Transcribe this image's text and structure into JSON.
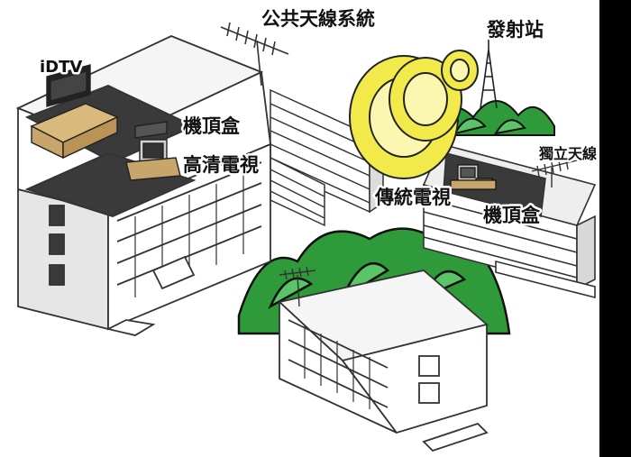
{
  "labels": {
    "idtv": "iDTV",
    "communal_antenna": "公共天線系統",
    "transmitter": "發射站",
    "set_top_box_left": "機頂盒",
    "hdtv": "高清電視",
    "individual_antenna": "獨立天線",
    "conventional_tv": "傳統電視",
    "set_top_box_right": "機頂盒"
  },
  "colors": {
    "right_bar": "#000000",
    "hill_green": "#2f9a3a",
    "hill_light": "#5cc468",
    "signal_ring": "#f2ea4a",
    "signal_ring_inner": "#fbf7b0",
    "dark_floor": "#3a3a3a",
    "furniture": "#c8a56a"
  }
}
